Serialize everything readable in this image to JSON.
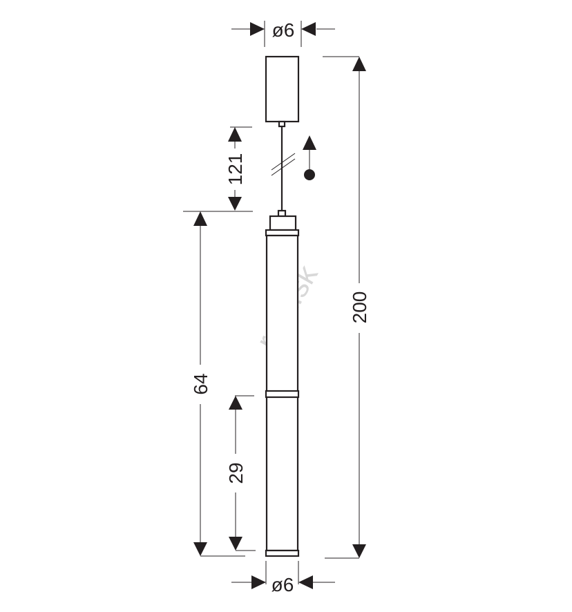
{
  "diagram": {
    "watermark": "rent.sk",
    "dimensions": {
      "top_diameter": "ø6",
      "cable_length": "121",
      "total_height": "200",
      "body_length": "64",
      "segment_length": "29",
      "bottom_diameter": "ø6"
    },
    "colors": {
      "line": "#231f20",
      "watermark": "#d8d8d8"
    }
  }
}
